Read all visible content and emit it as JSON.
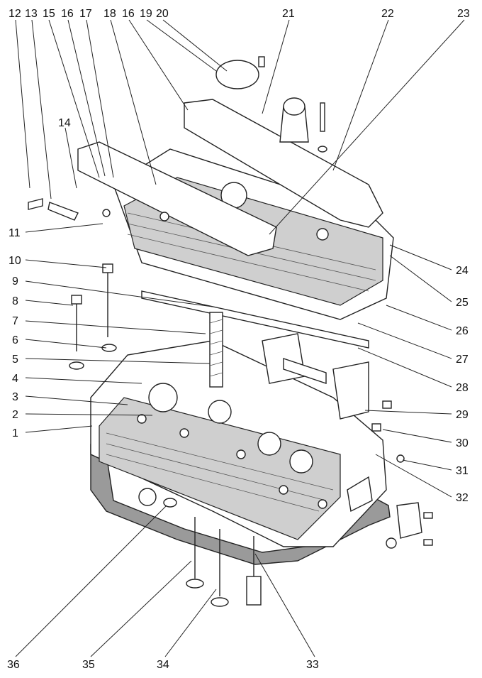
{
  "callouts": {
    "top": [
      "12",
      "13",
      "15",
      "16",
      "17",
      "18",
      "16",
      "19",
      "20",
      "21",
      "22",
      "23"
    ],
    "left": [
      "14",
      "11",
      "10",
      "9",
      "8",
      "7",
      "6",
      "5",
      "4",
      "3",
      "2",
      "1"
    ],
    "right": [
      "24",
      "25",
      "26",
      "27",
      "28",
      "29",
      "30",
      "31",
      "32"
    ],
    "bottom": [
      "36",
      "35",
      "34",
      "33"
    ]
  }
}
